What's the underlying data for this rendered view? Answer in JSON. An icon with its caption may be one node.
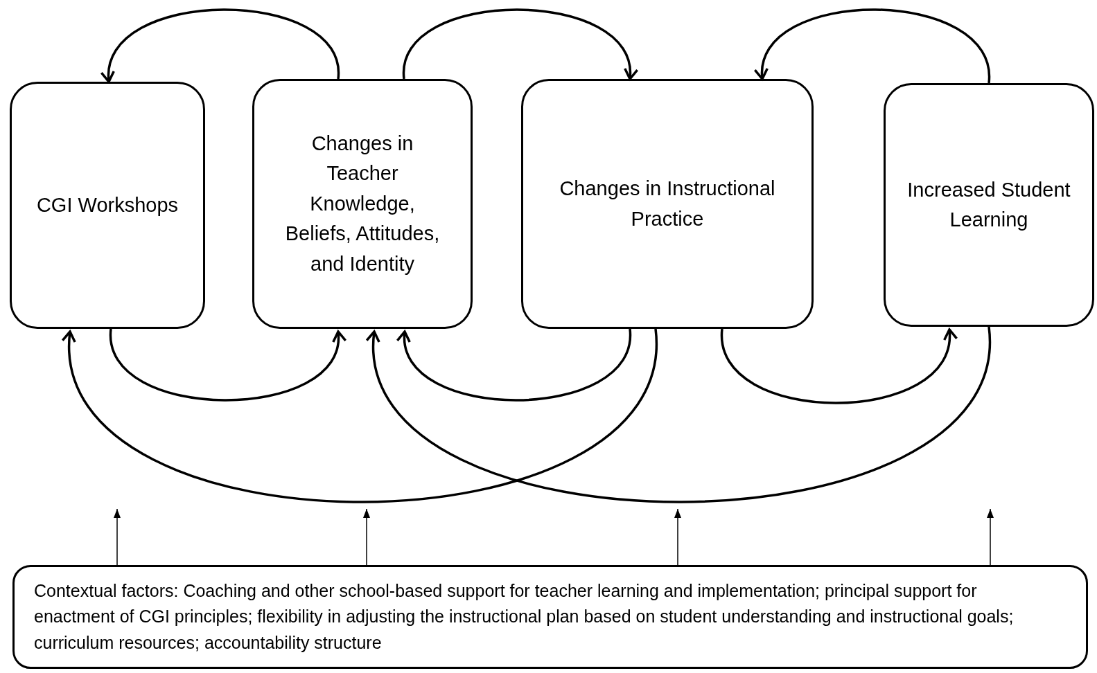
{
  "diagram": {
    "nodes": [
      {
        "text": [
          "CGI Workshops"
        ]
      },
      {
        "text": [
          "Changes in Teacher Knowledge, Beliefs, Attitudes, and Identity"
        ]
      },
      {
        "text": [
          "Changes in Instructional Practice"
        ]
      },
      {
        "text": [
          "Increased Student Learning"
        ]
      },
      {
        "text": [
          "Contextual factors: Coaching and other school-based support for teacher learning and implementation; principal support for enactment of CGI principles; flexibility in adjusting the instructional plan based on student understanding and instructional goals; curriculum resources; accountability structure"
        ]
      }
    ],
    "edges": [
      {
        "from": 1,
        "to": 0,
        "arrow": "to"
      },
      {
        "from": 1,
        "to": 2,
        "arrow": "to"
      },
      {
        "from": 3,
        "to": 2,
        "arrow": "to"
      },
      {
        "from": 0,
        "to": 1,
        "arrow": "to"
      },
      {
        "from": 2,
        "to": 1,
        "arrow": "to"
      },
      {
        "from": 2,
        "to": 0,
        "arrow": "to"
      },
      {
        "from": 2,
        "to": 3,
        "arrow": "to"
      },
      {
        "from": 3,
        "to": 1,
        "arrow": "to"
      },
      {
        "from": 4,
        "to": null,
        "arrow": "to"
      },
      {
        "from": 4,
        "to": null,
        "arrow": "to"
      },
      {
        "from": 4,
        "to": null,
        "arrow": "to"
      },
      {
        "from": 4,
        "to": null,
        "arrow": "to"
      }
    ]
  }
}
